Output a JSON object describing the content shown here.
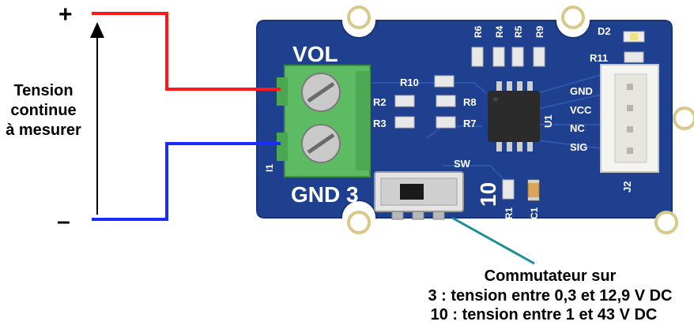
{
  "colors": {
    "pcb": "#1f3f8f",
    "pcb_edge": "#18357a",
    "wire_positive": "#ff1a1a",
    "wire_negative": "#1a2bff",
    "terminal_green": "#5dbb63",
    "leader_teal": "#1b8f96",
    "silkscreen": "#ffffff"
  },
  "annotations": {
    "plus": "+",
    "minus": "–",
    "tension_lines": [
      "Tension",
      "continue",
      "à mesurer"
    ],
    "switch_note_lines": [
      "Commutateur sur",
      "3 : tension entre 0,3 et 12,9 V DC",
      "10 : tension entre 1 et 43 V DC"
    ]
  },
  "board": {
    "vol": "VOL",
    "gnd": "GND",
    "sw_three": "3",
    "sw_ten": "10",
    "sw": "SW",
    "i1": "I1",
    "resistors": {
      "r10": "R10",
      "r2": "R2",
      "r3": "R3",
      "r8": "R8",
      "r7": "R7",
      "r6": "R6",
      "r4": "R4",
      "r5": "R5",
      "r9": "R9",
      "r11": "R11",
      "r1": "R1"
    },
    "c1": "C1",
    "u1": "U1",
    "d2": "D2",
    "j2": "J2",
    "pins": [
      "GND",
      "VCC",
      "NC",
      "SIG"
    ]
  },
  "icons": [
    "screw-terminal-icon",
    "slide-switch-icon",
    "grove-connector-icon",
    "op-amp-chip-icon",
    "led-icon"
  ]
}
